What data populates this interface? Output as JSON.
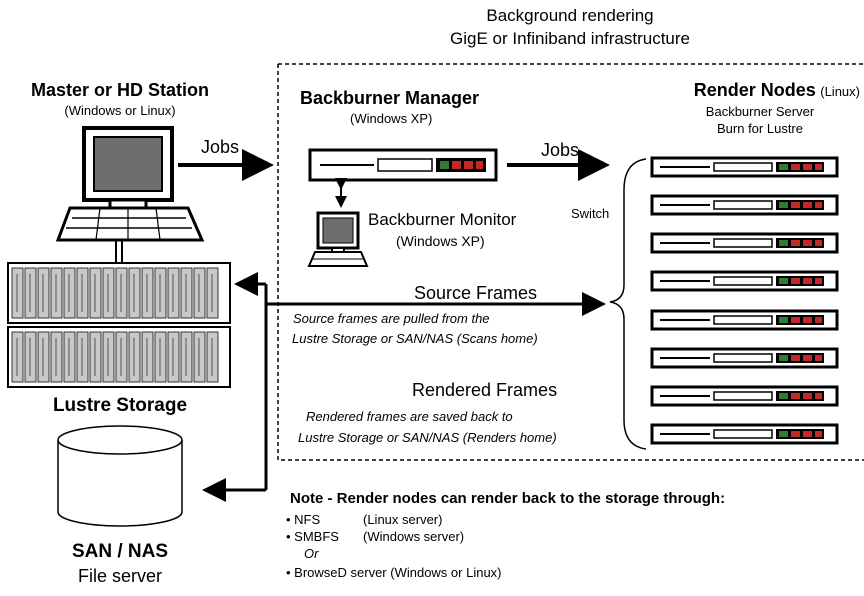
{
  "header": {
    "line1": "Background rendering",
    "line2": "GigE or Infiniband infrastructure"
  },
  "master": {
    "title": "Master or HD Station",
    "subtitle": "(Windows or Linux)"
  },
  "manager": {
    "title": "Backburner Manager",
    "subtitle": "(Windows XP)"
  },
  "monitor": {
    "title": "Backburner Monitor",
    "subtitle": "(Windows XP)"
  },
  "render_nodes": {
    "title": "Render Nodes",
    "os": "(Linux)",
    "line2": "Backburner Server",
    "line3": "Burn for Lustre",
    "switch_label": "Switch",
    "count": 8
  },
  "flows": {
    "jobs_1": "Jobs",
    "jobs_2": "Jobs",
    "source_frames": "Source Frames",
    "source_desc_1": "Source frames are pulled from the",
    "source_desc_2": "Lustre Storage or SAN/NAS (Scans home)",
    "rendered_frames": "Rendered Frames",
    "rendered_desc_1": "Rendered frames are saved back to",
    "rendered_desc_2": "Lustre Storage or SAN/NAS (Renders home)"
  },
  "storage": {
    "lustre_label": "Lustre Storage",
    "san_title": "SAN / NAS",
    "san_subtitle": "File server"
  },
  "note": {
    "title": "Note - Render nodes can render back to the storage through:",
    "items": [
      {
        "bullet": "• NFS",
        "desc": "(Linux server)"
      },
      {
        "bullet": "• SMBFS",
        "desc": "(Windows server)"
      },
      {
        "bullet": "Or",
        "desc": ""
      },
      {
        "bullet": "• BrowseD server (Windows or Linux)",
        "desc": ""
      }
    ]
  },
  "colors": {
    "led_green": "#2e7d32",
    "led_red": "#c62828",
    "screen_gray": "#6e6e6e",
    "storage_gray": "#c8c8c8"
  }
}
